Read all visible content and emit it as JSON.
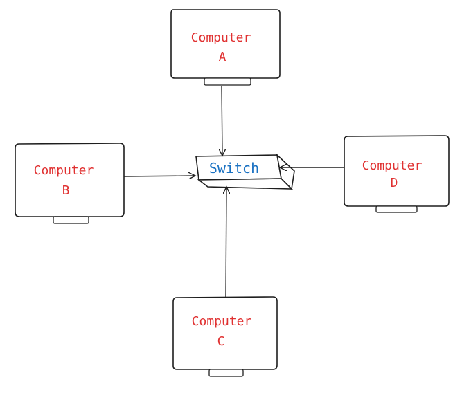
{
  "colors": {
    "computer_text": "#e03131",
    "switch_text": "#1971c2",
    "stroke": "#1e1e1e"
  },
  "nodes": {
    "computer_a": {
      "line1": "Computer",
      "line2": "A"
    },
    "computer_b": {
      "line1": "Computer",
      "line2": "B"
    },
    "computer_c": {
      "line1": "Computer",
      "line2": "C"
    },
    "computer_d": {
      "line1": "Computer",
      "line2": "D"
    },
    "switch": {
      "label": "Switch"
    }
  },
  "edges": [
    {
      "from": "Computer A",
      "to": "Switch"
    },
    {
      "from": "Computer B",
      "to": "Switch"
    },
    {
      "from": "Computer C",
      "to": "Switch"
    },
    {
      "from": "Computer D",
      "to": "Switch"
    }
  ]
}
